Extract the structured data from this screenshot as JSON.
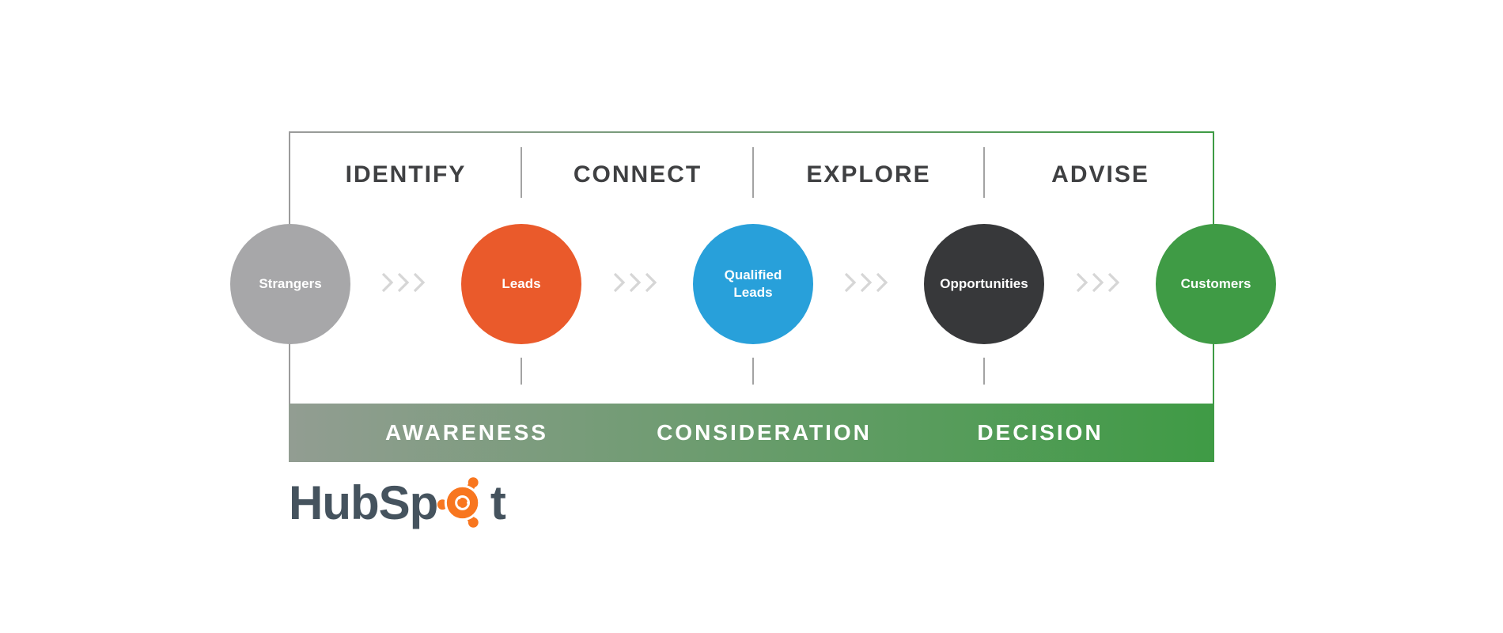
{
  "frame": {
    "border_start": "#9b9b9b",
    "border_end": "#3e9b44"
  },
  "stages": {
    "labels": [
      "IDENTIFY",
      "CONNECT",
      "EXPLORE",
      "ADVISE"
    ]
  },
  "funnel": {
    "nodes": [
      {
        "label": "Strangers",
        "color": "#a7a7a9"
      },
      {
        "label": "Leads",
        "color": "#ea5a2b"
      },
      {
        "label": "Qualified Leads",
        "color": "#28a0da"
      },
      {
        "label": "Opportunities",
        "color": "#37383a"
      },
      {
        "label": "Customers",
        "color": "#3f9b45"
      }
    ]
  },
  "phases": {
    "labels": [
      "AWARENESS",
      "CONSIDERATION",
      "DECISION"
    ],
    "gradient_start": "#929d92",
    "gradient_end": "#3f9b45"
  },
  "logo": {
    "text_before": "HubSp",
    "text_after": "t",
    "text_color": "#45535e",
    "sprocket_color": "#f8761f"
  }
}
